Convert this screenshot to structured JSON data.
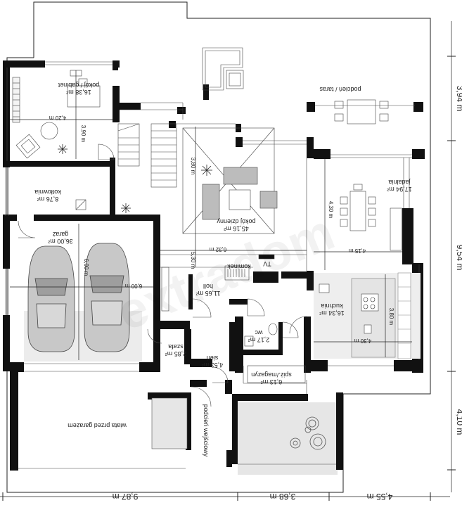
{
  "rooms": {
    "gabinet": {
      "name": "pokój / gabinet",
      "area": "16,38 m²",
      "dim_w": "4,20 m",
      "dim_h": "3,90 m"
    },
    "kotlownia": {
      "name": "kotłownia",
      "area": "8,76 m²"
    },
    "garaz": {
      "name": "garaż",
      "area": "36,00 m²",
      "dim_w": "6,00 m",
      "dim_h": "6,00 m"
    },
    "dzienny": {
      "name": "pokój dzienny",
      "area": "45,16 m²",
      "dim_w": "6,32 m",
      "dim_h": "5,30 m",
      "dim_side": "3,80 m"
    },
    "taras": {
      "name": "podcień / taras"
    },
    "jadalnia": {
      "name": "jadalnia",
      "area": "17,94 m²",
      "dim_w": "4,15 m",
      "dim_h": "4,30 m"
    },
    "kominek": {
      "name": "kominek"
    },
    "tv": {
      "name": "TV"
    },
    "hall": {
      "name": "holl",
      "area": "11,65 m²"
    },
    "kuchnia": {
      "name": "kuchnia",
      "area": "16,34 m²",
      "dim_w": "4,30 m",
      "dim_h": "3,80 m"
    },
    "wc": {
      "name": "wc",
      "area": "2,17 m²"
    },
    "szafa": {
      "name": "szafa",
      "area": "2,85 m²"
    },
    "sien": {
      "name": "sień",
      "area": "4,53 m²"
    },
    "spiz": {
      "name": "spiż./magazyn",
      "area": "6,13 m²"
    },
    "wiata": {
      "name": "wiata przed garażem"
    },
    "podcien": {
      "name": "podcień wejściowy"
    }
  },
  "dimensions": {
    "bottom": [
      "9,87 m",
      "3,68 m",
      "4,55 m"
    ],
    "right": [
      "3,94 m",
      "9,54 m",
      "4,10 m"
    ]
  },
  "watermark": "extradom"
}
